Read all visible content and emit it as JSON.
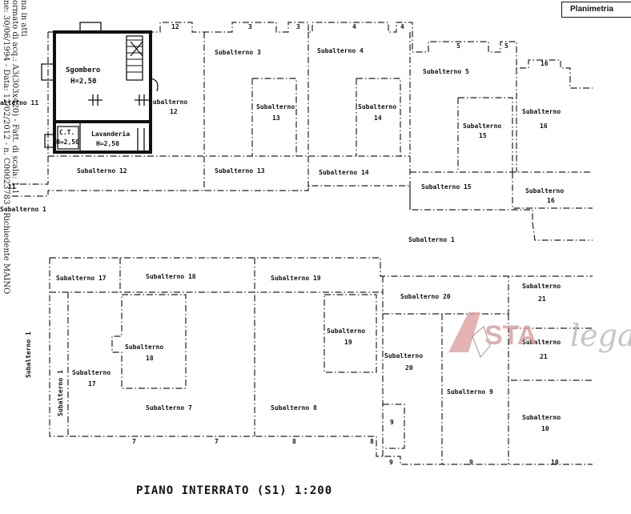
{
  "header": {
    "tab_label": "Planimetria"
  },
  "stamp": {
    "lines": [
      "ne: 30/06/1994 - Data: 12/02/2012 - n. C00023783 - Richiedente MAINO",
      "ormato di acq.: A3(303x420) - Fatt. di scala: 1:1",
      "na in atti"
    ]
  },
  "rooms": {
    "sgombero": "Sgombero",
    "sgombero_h": "H=2,50",
    "ct": "C.T.",
    "ct_h": "H=2,50",
    "lavanderia": "Lavanderia",
    "lavanderia_h": "H=2,50"
  },
  "subalterni": {
    "s11_edge": "alterno 11",
    "s12_top": "Subalterno",
    "s12_top_n": "12",
    "s12_bottom": "Subalterno 12",
    "s3": "Subalterno 3",
    "s13_top": "Subalterno",
    "s13_top_n": "13",
    "s13_bottom": "Subalterno 13",
    "s4": "Subalterno 4",
    "s14_top": "Subalterno",
    "s14_top_n": "14",
    "s14_bottom": "Subalterno 14",
    "s5": "Subalterno 5",
    "s15_top": "Subalterno",
    "s15_top_n": "15",
    "s15_bottom": "Subalterno 15",
    "s16_top": "Subalterno",
    "s16_top_n": "16",
    "s16_bottom": "Subalterno",
    "s16_bottom_n": "16",
    "s1_left": "Subalterno 1",
    "s1_center": "Subalterno 1",
    "s17": "Subalterno 17",
    "s18": "Subalterno 18",
    "s19": "Subalterno 19",
    "s20": "Subalterno 20",
    "s21_top": "Subalterno",
    "s21_top_n": "21",
    "s18_mid": "Subalterno",
    "s18_mid_n": "18",
    "s19_mid": "Subalterno",
    "s19_mid_n": "19",
    "s20_mid": "Subalterno",
    "s20_mid_n": "20",
    "s21_mid": "Subalterno",
    "s21_mid_n": "21",
    "s17_mid": "Subalterno",
    "s17_mid_n": "17",
    "s1_vert": "Subalterno 1",
    "s1_vert_far": "Subalterno 1",
    "s7": "Subalterno 7",
    "s8": "Subalterno 8",
    "s9": "Subalterno 9",
    "s9_small": "9",
    "s10": "Subalterno",
    "s10_n": "10"
  },
  "tags": {
    "t12": "12",
    "t3": "3",
    "t3b": "3",
    "t4": "4",
    "t4b": "4",
    "t5": "5",
    "t5b": "5",
    "t16": "16",
    "t11": "11",
    "b7a": "7",
    "b7b": "7",
    "b8a": "8",
    "b8b": "8",
    "b9a": "9",
    "b9b": "9",
    "b10": "10"
  },
  "title": {
    "text": "PIANO INTERRATO (S1) 1:200"
  },
  "watermark": {
    "text": "STA",
    "script": "legal"
  }
}
